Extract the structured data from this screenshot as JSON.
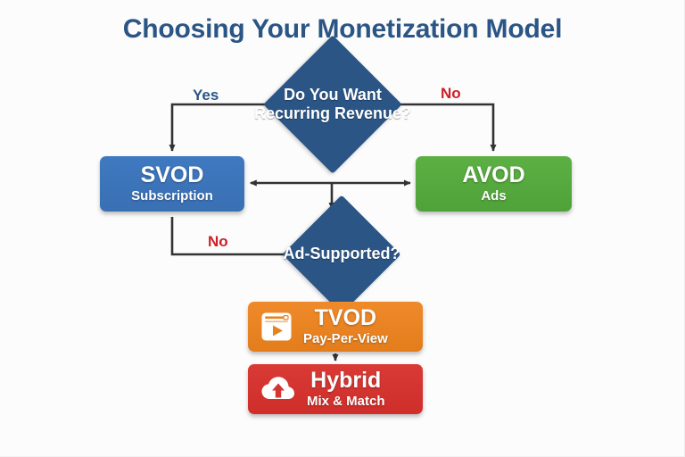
{
  "title": "Choosing Your Monetization Model",
  "colors": {
    "navy": "#2b5585",
    "blue": "#3a71b8",
    "green": "#55ab3f",
    "orange": "#e8821f",
    "red": "#d43531",
    "no_label": "#cc2026",
    "background": "#fcfcfc",
    "connector": "#333333"
  },
  "nodes": {
    "decision_recurring": {
      "type": "decision",
      "line1": "Do You Want",
      "line2": "Recurring Revenue?"
    },
    "decision_ad_supported": {
      "type": "decision",
      "line1": "Ad-Supported?"
    },
    "svod": {
      "type": "process",
      "title": "SVOD",
      "subtitle": "Subscription"
    },
    "avod": {
      "type": "process",
      "title": "AVOD",
      "subtitle": "Ads"
    },
    "tvod": {
      "type": "process",
      "title": "TVOD",
      "subtitle": "Pay-Per-View",
      "icon": "video-player-window-icon"
    },
    "hybrid": {
      "type": "process",
      "title": "Hybrid",
      "subtitle": "Mix & Match",
      "icon": "cloud-upload-icon"
    }
  },
  "edge_labels": {
    "yes_to_svod": "Yes",
    "no_to_avod": "No",
    "no_to_svod": "No"
  }
}
